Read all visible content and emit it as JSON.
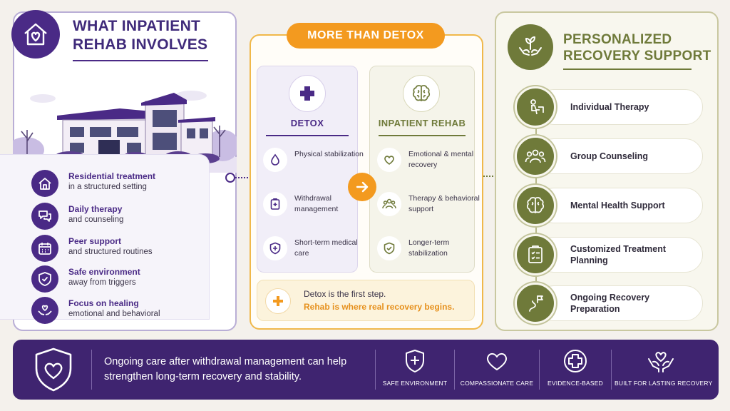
{
  "colors": {
    "purple": "#4a2a86",
    "orange": "#f39a1f",
    "olive": "#6f7a3a",
    "banner": "#3f2470"
  },
  "left_panel": {
    "title_line1": "WHAT INPATIENT",
    "title_line2": "REHAB INVOLVES",
    "icon": "house-heart-icon",
    "items": [
      {
        "icon": "house-icon",
        "title": "Residential treatment",
        "detail": "in a structured setting"
      },
      {
        "icon": "chat-bubbles-icon",
        "title": "Daily therapy",
        "detail": "and counseling"
      },
      {
        "icon": "calendar-icon",
        "title": "Peer support",
        "detail": "and structured routines"
      },
      {
        "icon": "shield-check-icon",
        "title": "Safe environment",
        "detail": "away from triggers"
      },
      {
        "icon": "hands-heart-icon",
        "title": "Focus on healing",
        "detail": "emotional and behavioral"
      }
    ]
  },
  "middle_panel": {
    "badge": "MORE THAN DETOX",
    "detox": {
      "title": "DETOX",
      "icon": "medical-cross-icon",
      "items": [
        {
          "icon": "droplet-icon",
          "text": "Physical stabilization"
        },
        {
          "icon": "clipboard-medical-icon",
          "text": "Withdrawal management"
        },
        {
          "icon": "shield-cross-icon",
          "text": "Short-term medical care"
        }
      ]
    },
    "rehab": {
      "title": "INPATIENT REHAB",
      "icon": "brain-icon",
      "items": [
        {
          "icon": "heart-icon",
          "text": "Emotional & mental recovery"
        },
        {
          "icon": "people-icon",
          "text": "Therapy & behavioral support"
        },
        {
          "icon": "shield-check-icon",
          "text": "Longer-term stabilization"
        }
      ]
    },
    "note_line1": "Detox is the first step.",
    "note_line2": "Rehab is where real recovery begins."
  },
  "right_panel": {
    "title_line1": "PERSONALIZED",
    "title_line2": "RECOVERY SUPPORT",
    "icon": "hands-plant-icon",
    "items": [
      {
        "icon": "person-desk-icon",
        "text": "Individual Therapy"
      },
      {
        "icon": "group-icon",
        "text": "Group Counseling"
      },
      {
        "icon": "brain-icon",
        "text": "Mental Health Support"
      },
      {
        "icon": "checklist-icon",
        "text": "Customized Treatment Planning"
      },
      {
        "icon": "path-flag-icon",
        "text": "Ongoing Recovery Preparation"
      }
    ]
  },
  "banner": {
    "text": "Ongoing care after withdrawal management can help strengthen long-term recovery and stability.",
    "features": [
      {
        "icon": "shield-cross-icon",
        "label": "SAFE ENVIRONMENT"
      },
      {
        "icon": "heart-icon",
        "label": "COMPASSIONATE CARE"
      },
      {
        "icon": "medical-cross-icon",
        "label": "EVIDENCE-BASED"
      },
      {
        "icon": "hands-heart-icon",
        "label": "BUILT FOR LASTING RECOVERY"
      }
    ]
  }
}
